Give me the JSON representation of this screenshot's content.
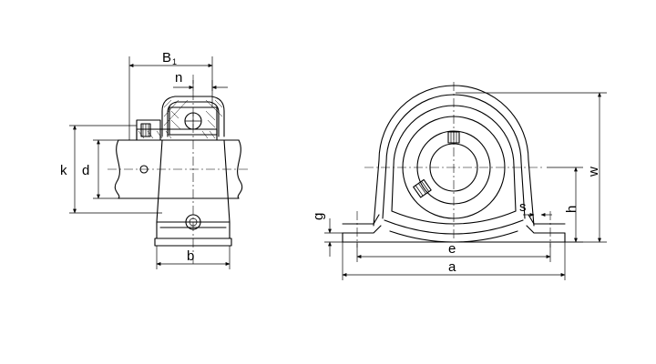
{
  "labels": {
    "B1_main": "B",
    "B1_sub": "1",
    "n": "n",
    "k": "k",
    "d": "d",
    "b": "b",
    "g": "g",
    "s": "s",
    "e": "e",
    "a": "a",
    "h": "h",
    "w": "w"
  }
}
